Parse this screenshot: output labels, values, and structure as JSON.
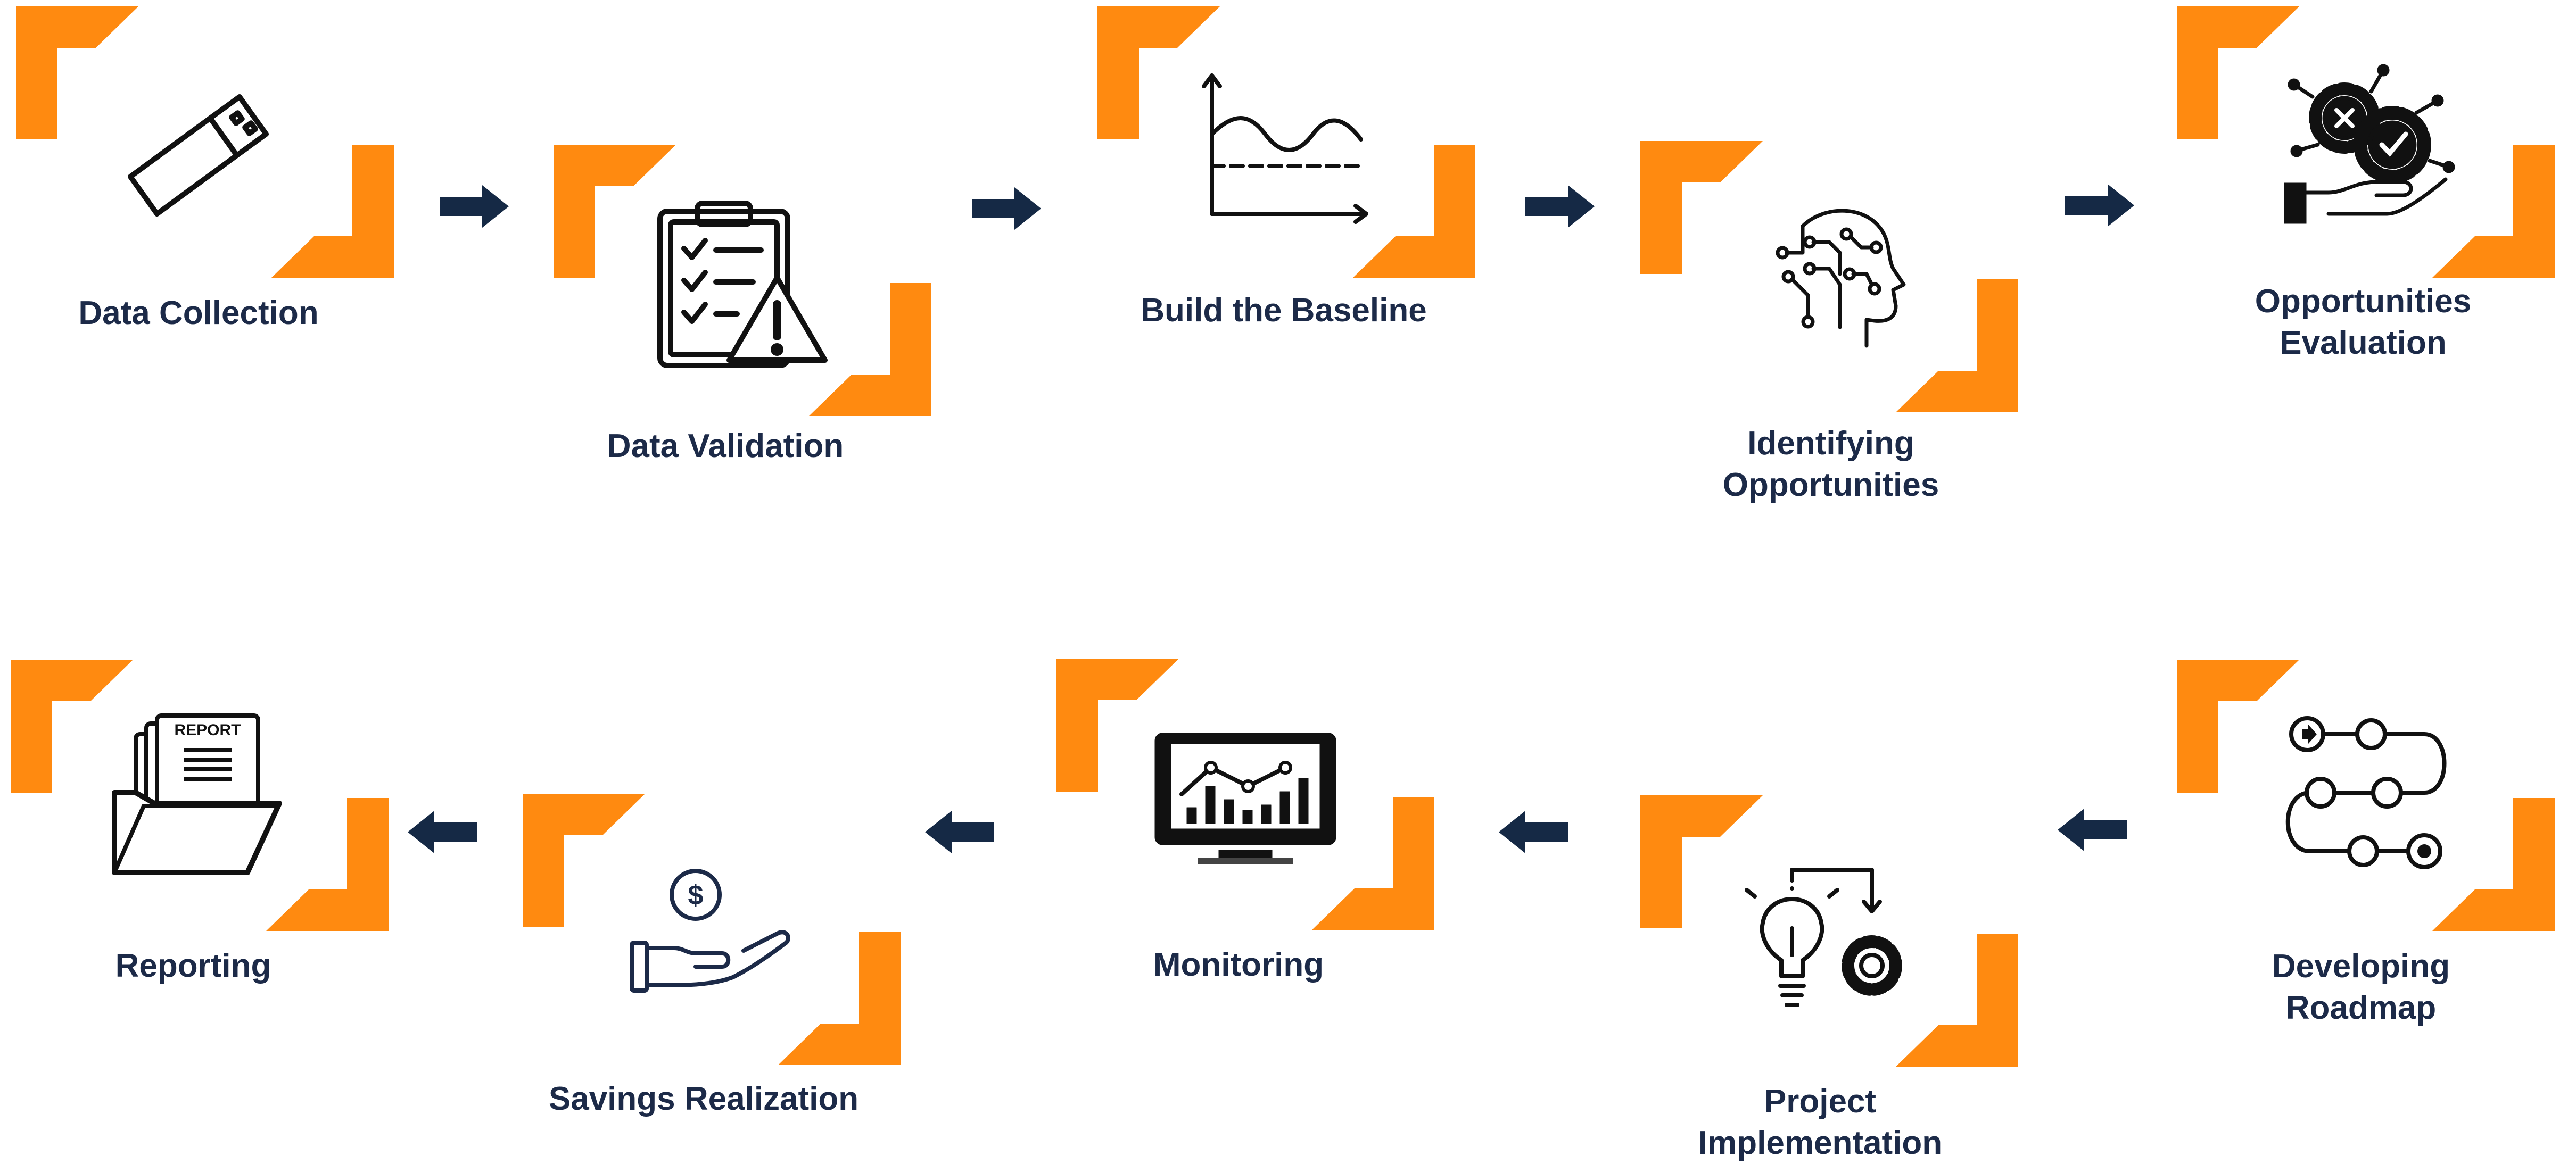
{
  "colors": {
    "accent": "#ff8a10",
    "navy": "#152945",
    "text": "#1c2a48",
    "icon": "#111111"
  },
  "steps": [
    {
      "id": "data-collection",
      "icon": "usb-drive-icon",
      "label": [
        "Data Collection"
      ]
    },
    {
      "id": "data-validation",
      "icon": "clipboard-warning-icon",
      "label": [
        "Data Validation"
      ]
    },
    {
      "id": "build-baseline",
      "icon": "baseline-chart-icon",
      "label": [
        "Build the Baseline"
      ]
    },
    {
      "id": "identifying-opportunities",
      "icon": "ai-head-icon",
      "label": [
        "Identifying",
        "Opportunities"
      ]
    },
    {
      "id": "opportunities-evaluation",
      "icon": "gears-hand-icon",
      "label": [
        "Opportunities",
        "Evaluation"
      ]
    },
    {
      "id": "developing-roadmap",
      "icon": "roadmap-path-icon",
      "label": [
        "Developing",
        "Roadmap"
      ]
    },
    {
      "id": "project-implementation",
      "icon": "lightbulb-gear-icon",
      "label": [
        "Project",
        "Implementation"
      ]
    },
    {
      "id": "monitoring",
      "icon": "monitor-chart-icon",
      "label": [
        "Monitoring"
      ]
    },
    {
      "id": "savings-realization",
      "icon": "hand-coin-icon",
      "label": [
        "Savings Realization"
      ]
    },
    {
      "id": "reporting",
      "icon": "report-folder-icon",
      "label": [
        "Reporting"
      ]
    }
  ],
  "icon_text": {
    "report": "REPORT",
    "dollar": "$"
  },
  "flow": {
    "top_row": "left-to-right",
    "bottom_row": "right-to-left"
  }
}
